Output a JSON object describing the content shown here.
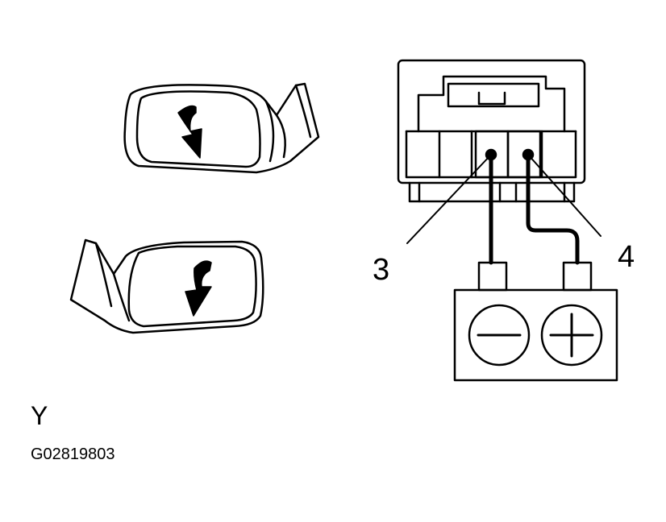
{
  "labels": {
    "terminal_3": "3",
    "terminal_4": "4",
    "view": "Y",
    "figure_id": "G02819803"
  },
  "colors": {
    "line": "#000000",
    "background": "#ffffff"
  },
  "icons": [
    "minus-symbol-icon",
    "plus-symbol-icon",
    "down-arrow-icon",
    "mirror-icon"
  ]
}
